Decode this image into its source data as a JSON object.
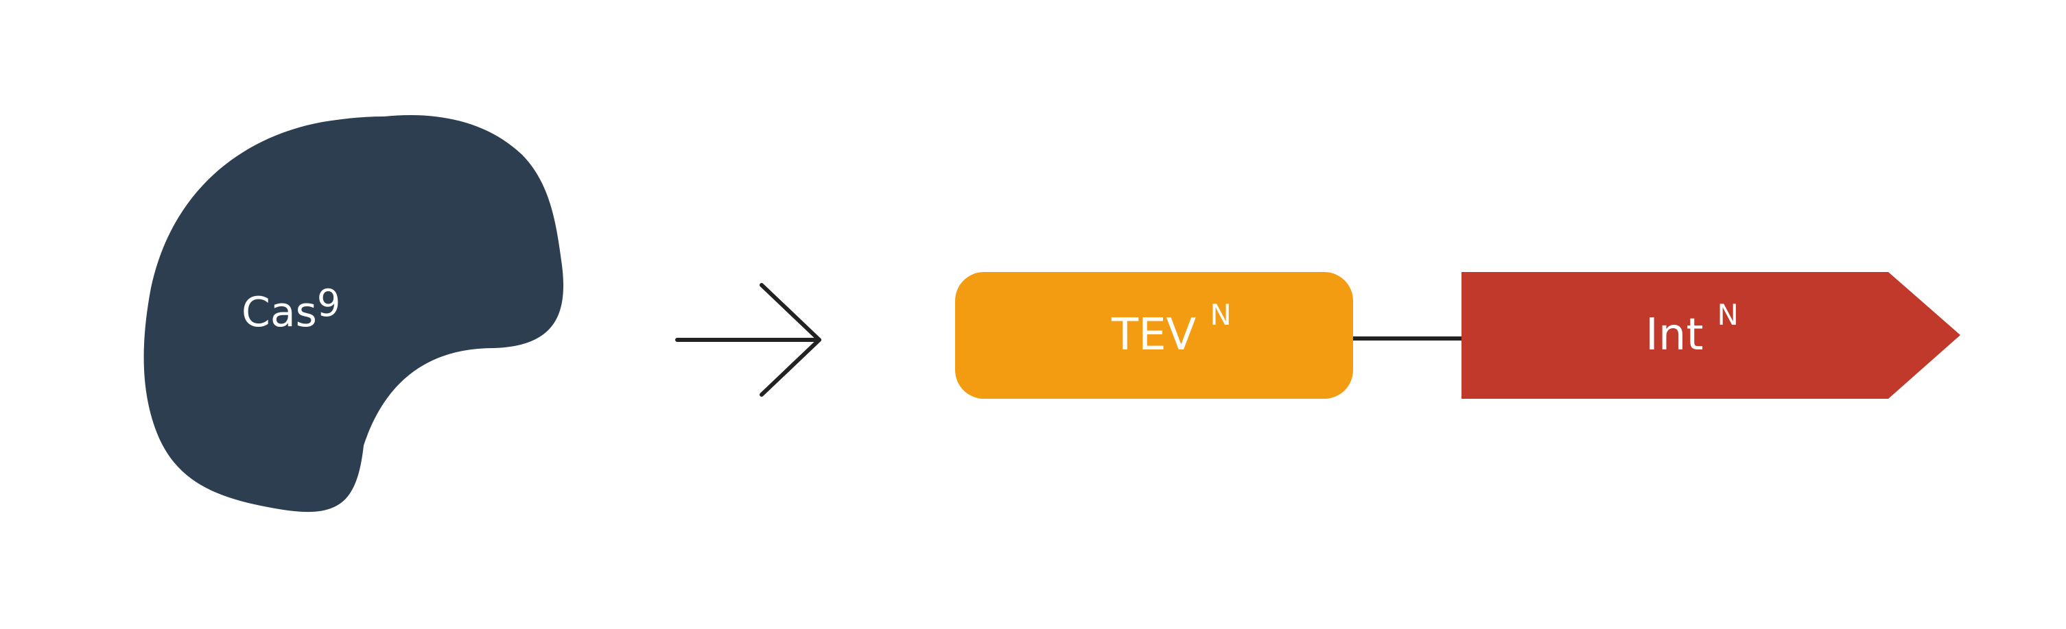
{
  "colors": {
    "background": "#ffffff",
    "cas9": "#2d3e50",
    "tev": "#f39c12",
    "int": "#c0392b",
    "line": "#222222",
    "label": "#ffffff"
  },
  "cas9": {
    "label": "Cas",
    "label_super": "9"
  },
  "tev": {
    "label": "TEV",
    "label_super": "N"
  },
  "int": {
    "label": "Int",
    "label_super": "N"
  }
}
